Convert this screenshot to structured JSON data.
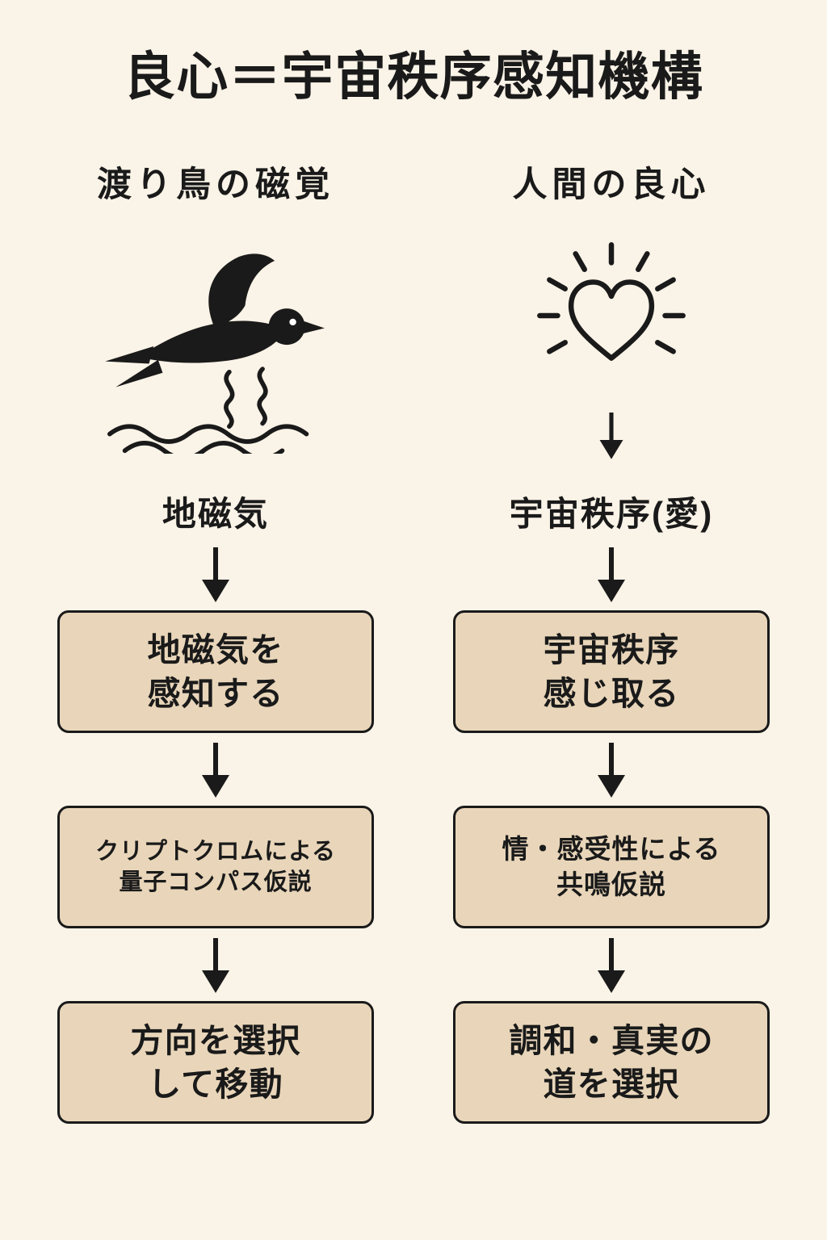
{
  "title": "良心＝宇宙秩序感知機構",
  "colors": {
    "background": "#faf3e7",
    "box_fill": "#e9d6ba",
    "line": "#1a1a1a"
  },
  "icons": {
    "left": "bird-over-waves-icon",
    "right": "radiant-heart-icon",
    "connector": "down-arrow-icon"
  },
  "columns": [
    {
      "heading": "渡り鳥の磁覚",
      "source_label": "地磁気",
      "steps": [
        {
          "lines": [
            "地磁気を",
            "感知する"
          ]
        },
        {
          "lines": [
            "クリプトクロムによる",
            "量子コンパス仮説"
          ]
        },
        {
          "lines": [
            "方向を選択",
            "して移動"
          ]
        }
      ]
    },
    {
      "heading": "人間の良心",
      "source_label": "宇宙秩序(愛)",
      "steps": [
        {
          "lines": [
            "宇宙秩序",
            "感じ取る"
          ]
        },
        {
          "lines": [
            "情・感受性による",
            "共鳴仮説"
          ]
        },
        {
          "lines": [
            "調和・真実の",
            "道を選択"
          ]
        }
      ]
    }
  ]
}
